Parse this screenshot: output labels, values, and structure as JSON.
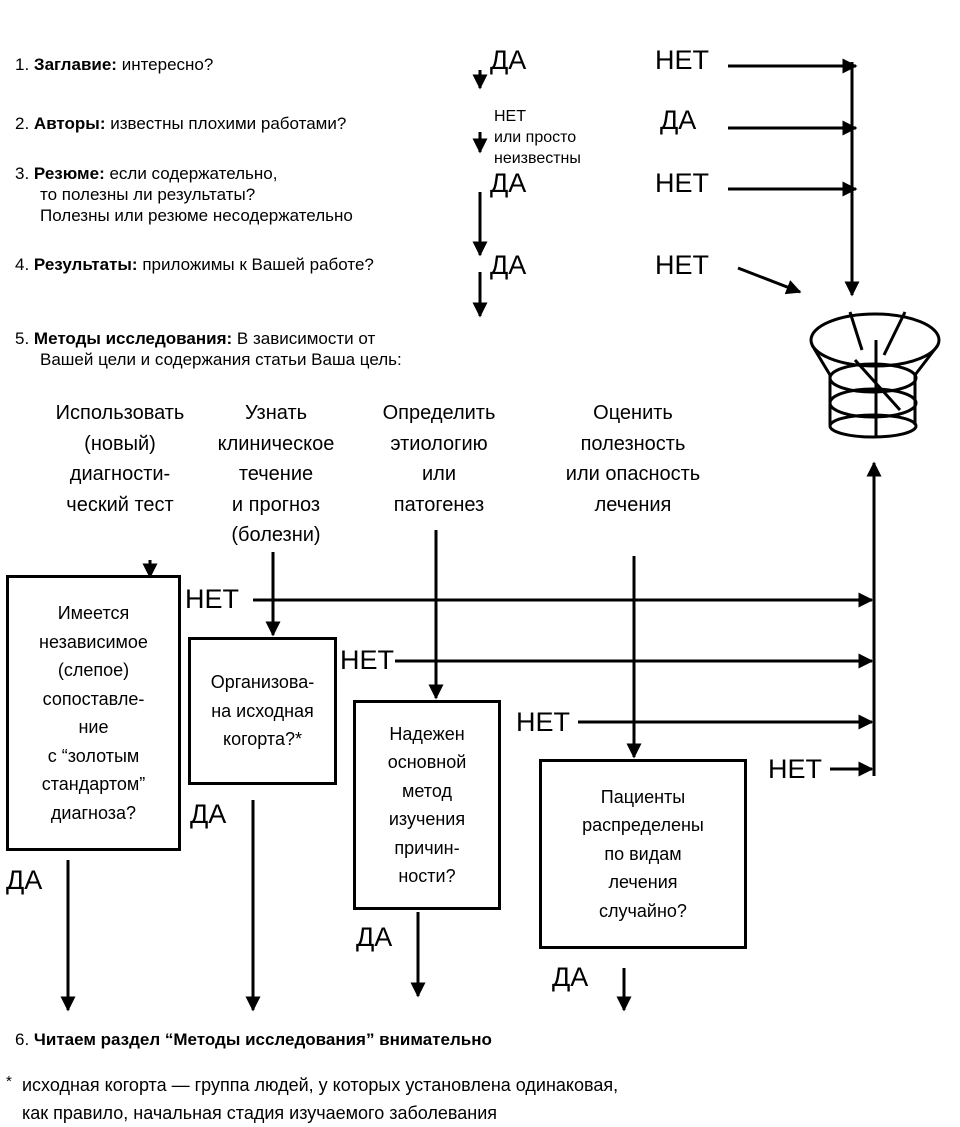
{
  "questions": {
    "q1": {
      "num": "1.",
      "bold": "Заглавие:",
      "text": "интересно?"
    },
    "q2": {
      "num": "2.",
      "bold": "Авторы:",
      "text": "известны плохими работами?"
    },
    "q3": {
      "num": "3.",
      "bold": "Резюме:",
      "text": "если содержательно,",
      "line2": "то полезны ли результаты?",
      "line3": "Полезны или резюме несодержательно"
    },
    "q4": {
      "num": "4.",
      "bold": "Результаты:",
      "text": "приложимы к Вашей работе?"
    },
    "q5": {
      "num": "5.",
      "bold": "Методы исследования:",
      "text": "В зависимости от",
      "line2": "Вашей цели и содержания статьи Ваша цель:"
    },
    "q6": {
      "num": "6.",
      "bold": "Читаем раздел “Методы исследования” внимательно"
    }
  },
  "answers": {
    "yes": "ДА",
    "no": "НЕТ",
    "q2_no_line1": "НЕТ",
    "q2_no_line2": "или просто",
    "q2_no_line3": "неизвестны"
  },
  "goals": [
    {
      "line1": "Использовать",
      "line2": "(новый)",
      "line3": "диагности-",
      "line4": "ческий тест"
    },
    {
      "line1": "Узнать",
      "line2": "клиническое",
      "line3": "течение",
      "line4": "и прогноз",
      "line5": "(болезни)"
    },
    {
      "line1": "Определить",
      "line2": "этиологию",
      "line3": "или",
      "line4": "патогенез"
    },
    {
      "line1": "Оценить",
      "line2": "полезность",
      "line3": "или опасность",
      "line4": "лечения"
    }
  ],
  "boxes": [
    {
      "lines": [
        "Имеется",
        "независимое",
        "(слепое)",
        "сопоставле-",
        "ние",
        "с “золотым",
        "стандартом”",
        "диагноза?"
      ]
    },
    {
      "lines": [
        "Организова-",
        "на исходная",
        "когорта?*"
      ]
    },
    {
      "lines": [
        "Надежен",
        "основной",
        "метод",
        "изучения",
        "причин-",
        "ности?"
      ]
    },
    {
      "lines": [
        "Пациенты",
        "распределены",
        "по видам",
        "лечения",
        "случайно?"
      ]
    }
  ],
  "footnote": {
    "mark": "*",
    "line1": "исходная когорта — группа людей, у которых установлена одинаковая,",
    "line2": "как правило, начальная стадия изучаемого заболевания"
  },
  "icons": {
    "bin": "wastebasket-icon"
  }
}
